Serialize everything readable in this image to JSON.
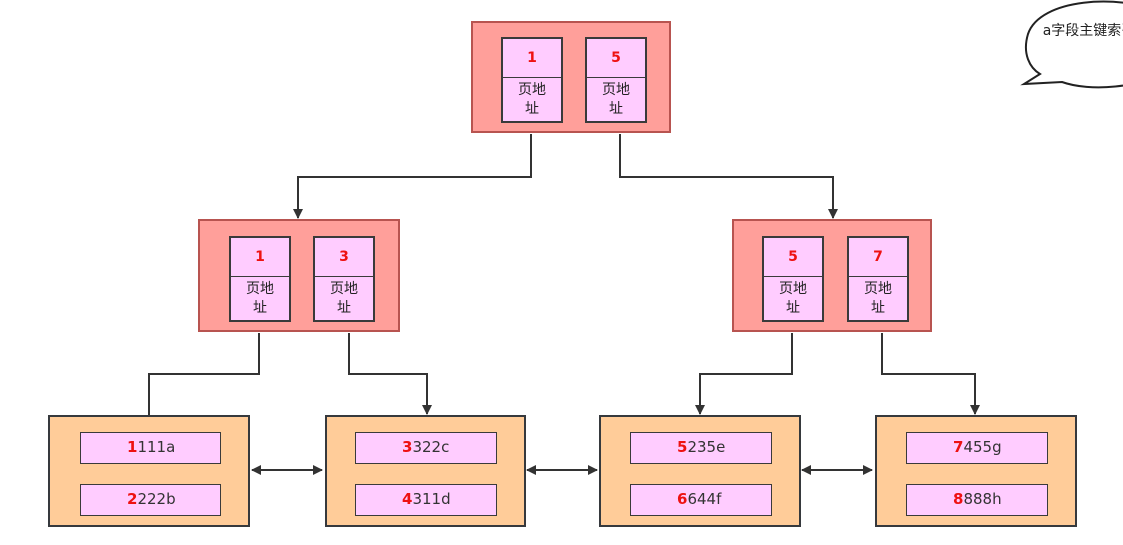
{
  "annotation": {
    "text": "a字段主键索引"
  },
  "root": {
    "keys": [
      {
        "num": "1",
        "label": "页地址"
      },
      {
        "num": "5",
        "label": "页地址"
      }
    ]
  },
  "internal": [
    {
      "keys": [
        {
          "num": "1",
          "label": "页地址"
        },
        {
          "num": "3",
          "label": "页地址"
        }
      ]
    },
    {
      "keys": [
        {
          "num": "5",
          "label": "页地址"
        },
        {
          "num": "7",
          "label": "页地址"
        }
      ]
    }
  ],
  "leaves": [
    {
      "records": [
        {
          "id": "1",
          "rest": "111a"
        },
        {
          "id": "2",
          "rest": "222b"
        }
      ]
    },
    {
      "records": [
        {
          "id": "3",
          "rest": "322c"
        },
        {
          "id": "4",
          "rest": "311d"
        }
      ]
    },
    {
      "records": [
        {
          "id": "5",
          "rest": "235e"
        },
        {
          "id": "6",
          "rest": "644f"
        }
      ]
    },
    {
      "records": [
        {
          "id": "7",
          "rest": "455g"
        },
        {
          "id": "8",
          "rest": "888h"
        }
      ]
    }
  ]
}
